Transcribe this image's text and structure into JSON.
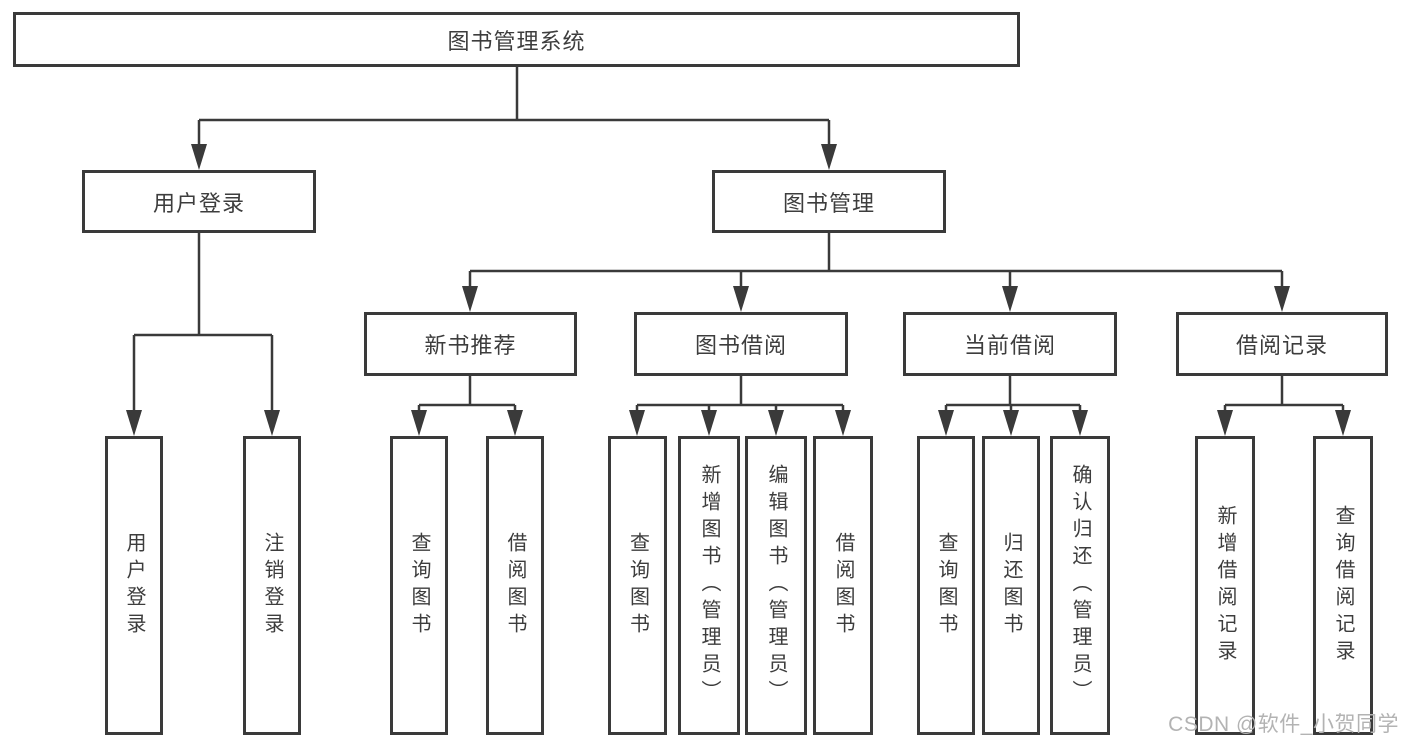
{
  "tree": {
    "root": "图书管理系统",
    "level2": [
      {
        "label": "用户登录",
        "children": [
          "用户登录",
          "注销登录"
        ]
      },
      {
        "label": "图书管理",
        "children": [
          {
            "label": "新书推荐",
            "children": [
              "查询图书",
              "借阅图书"
            ]
          },
          {
            "label": "图书借阅",
            "children": [
              "查询图书",
              "新增图书（管理员）",
              "编辑图书（管理员）",
              "借阅图书"
            ]
          },
          {
            "label": "当前借阅",
            "children": [
              "查询图书",
              "归还图书",
              "确认归还（管理员）"
            ]
          },
          {
            "label": "借阅记录",
            "children": [
              "新增借阅记录",
              "查询借阅记录"
            ]
          }
        ]
      }
    ]
  },
  "watermark": "CSDN @软件_小贺同学",
  "colors": {
    "line": "#3a3a3a",
    "text": "#3d3d3d",
    "background": "#ffffff",
    "watermark": "#b3b3b3"
  }
}
